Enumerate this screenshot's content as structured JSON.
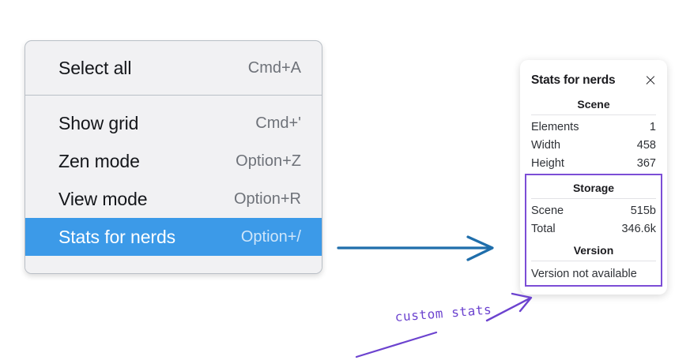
{
  "context_menu": {
    "groups": [
      {
        "items": [
          {
            "label": "Select all",
            "shortcut": "Cmd+A",
            "selected": false
          }
        ]
      },
      {
        "items": [
          {
            "label": "Show grid",
            "shortcut": "Cmd+'",
            "selected": false
          },
          {
            "label": "Zen mode",
            "shortcut": "Option+Z",
            "selected": false
          },
          {
            "label": "View mode",
            "shortcut": "Option+R",
            "selected": false
          },
          {
            "label": "Stats for nerds",
            "shortcut": "Option+/",
            "selected": true
          }
        ]
      }
    ],
    "highlight_color": "#3c9ae8"
  },
  "stats_panel": {
    "title": "Stats for nerds",
    "close_icon": "close-icon",
    "scene": {
      "heading": "Scene",
      "rows": [
        {
          "key": "Elements",
          "value": "1"
        },
        {
          "key": "Width",
          "value": "458"
        },
        {
          "key": "Height",
          "value": "367"
        }
      ]
    },
    "storage": {
      "heading": "Storage",
      "rows": [
        {
          "key": "Scene",
          "value": "515b"
        },
        {
          "key": "Total",
          "value": "346.6k"
        }
      ]
    },
    "version": {
      "heading": "Version",
      "text": "Version not available"
    }
  },
  "annotations": {
    "custom_stats_label": "custom stats",
    "arrow_blue_color": "#1f6eab",
    "arrow_purple_color": "#6c43cf",
    "highlight_box_color": "#7c4dd6"
  }
}
